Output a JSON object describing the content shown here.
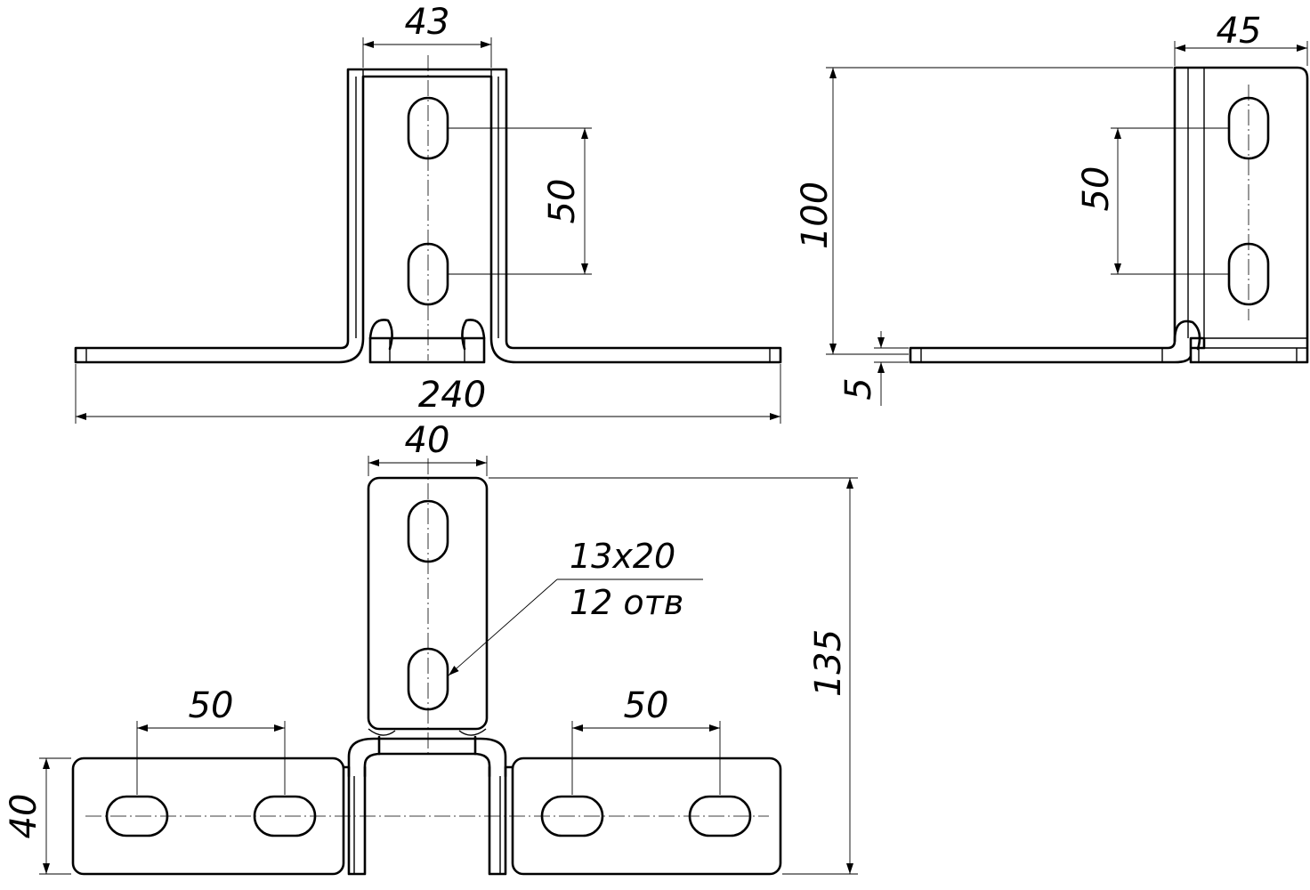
{
  "drawing": {
    "views": {
      "front": {
        "overall_length": "240",
        "upright_width": "43",
        "slot_pitch": "50"
      },
      "side": {
        "depth": "45",
        "height": "100",
        "slot_pitch": "50",
        "thickness": "5"
      },
      "plan": {
        "upright_width": "40",
        "overall_length": "135",
        "left_slot_pitch": "50",
        "right_slot_pitch": "50",
        "flange_width": "40",
        "hole_note": {
          "size": "13x20",
          "count": "12 отв"
        }
      }
    }
  }
}
